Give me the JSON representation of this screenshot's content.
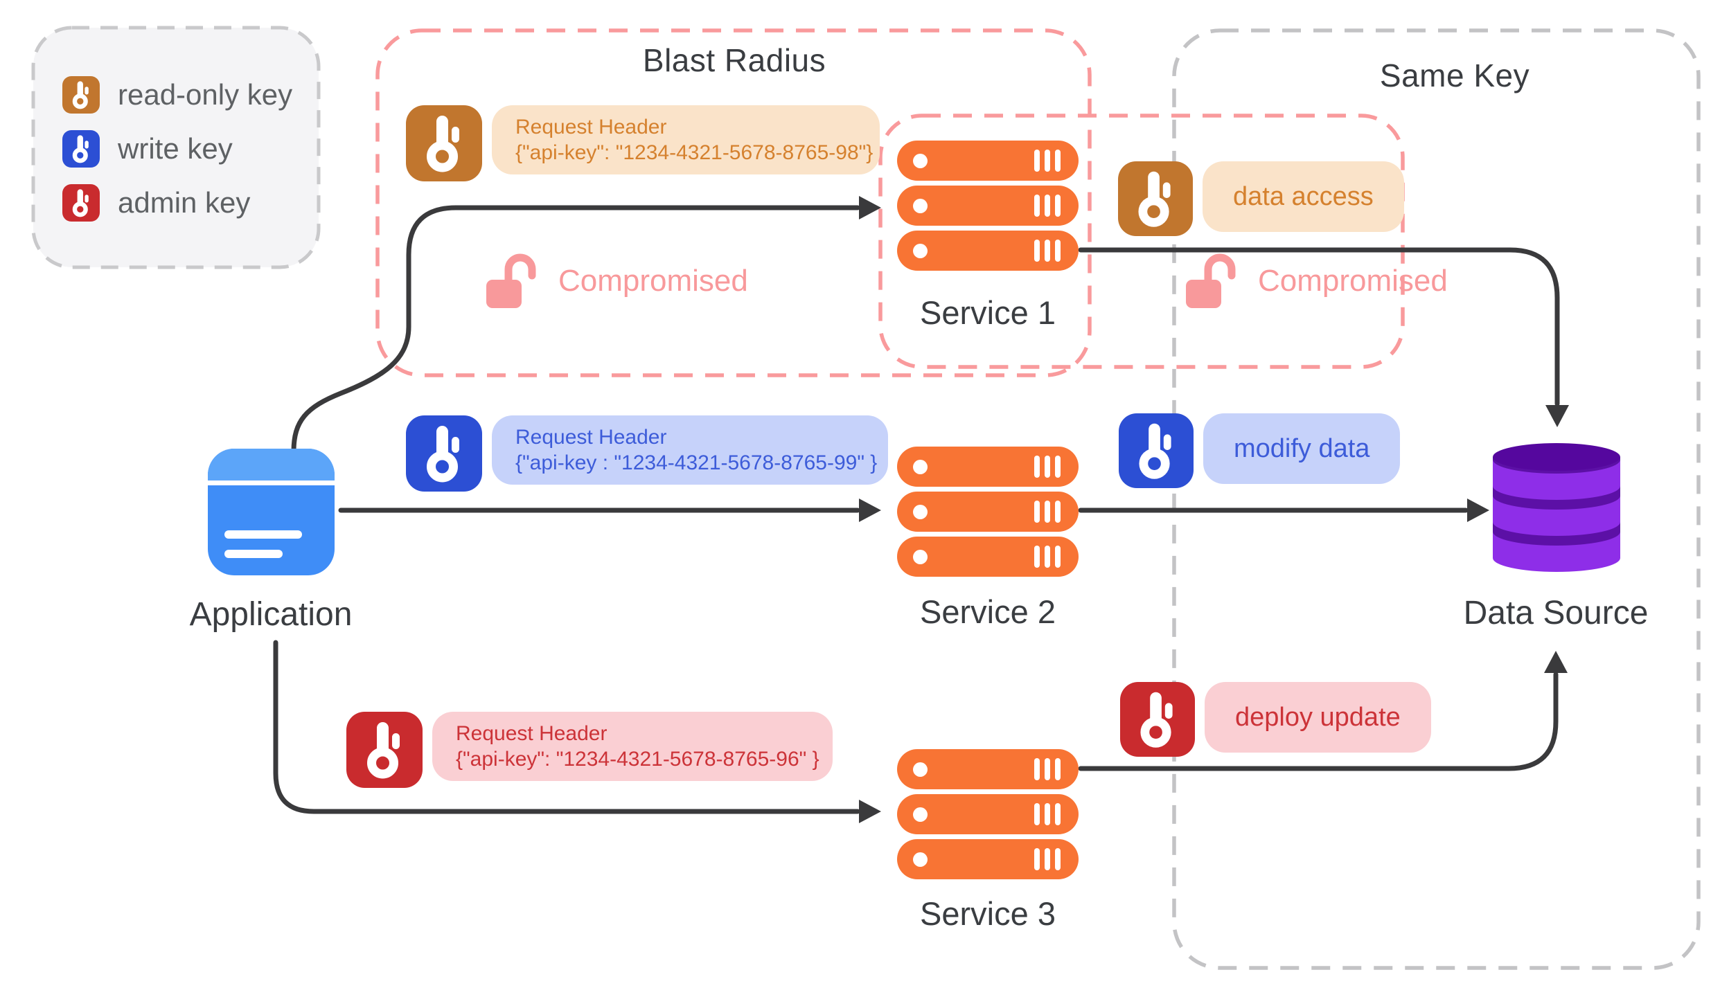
{
  "legend": {
    "items": [
      {
        "key_type": "read-only",
        "label": "read-only key",
        "color": "#C1762E"
      },
      {
        "key_type": "write",
        "label": "write key",
        "color": "#2C4FD4"
      },
      {
        "key_type": "admin",
        "label": "admin key",
        "color": "#C92B2E"
      }
    ]
  },
  "regions": {
    "blast_radius": {
      "title": "Blast Radius",
      "border_color": "#F99A9C"
    },
    "same_key": {
      "title": "Same Key",
      "border_color": "#C3C3C5"
    }
  },
  "nodes": {
    "application": {
      "label": "Application"
    },
    "service1": {
      "label": "Service 1"
    },
    "service2": {
      "label": "Service 2"
    },
    "service3": {
      "label": "Service 3"
    },
    "data_source": {
      "label": "Data Source"
    }
  },
  "request_headers": [
    {
      "key_type": "read-only",
      "title": "Request Header",
      "value": "{\"api-key\": \"1234-4321-5678-8765-98\"}"
    },
    {
      "key_type": "write",
      "title": "Request Header",
      "value": "{\"api-key : \"1234-4321-5678-8765-99\" }"
    },
    {
      "key_type": "admin",
      "title": "Request Header",
      "value": "{\"api-key\": \"1234-4321-5678-8765-96\" }"
    }
  ],
  "actions": [
    {
      "key_type": "read-only",
      "label": "data access"
    },
    {
      "key_type": "write",
      "label": "modify data"
    },
    {
      "key_type": "admin",
      "label": "deploy update"
    }
  ],
  "status": {
    "compromised_blast": "Compromised",
    "compromised_same": "Compromised"
  },
  "colors": {
    "service_orange": "#F87434",
    "pill_orange_bg": "#FAE3C9",
    "pill_orange_text": "#D5812E",
    "pill_blue_bg": "#C6D2FA",
    "pill_blue_text": "#3D5CD9",
    "pill_red_bg": "#FACFD3",
    "pill_red_text": "#CC3338",
    "compromised": "#F8999B",
    "database_purple": "#8E2EE8",
    "database_purple_dark": "#55079E",
    "arrow": "#3A3A3C",
    "text_dark": "#3A3D41",
    "legend_text": "#5E6164"
  }
}
